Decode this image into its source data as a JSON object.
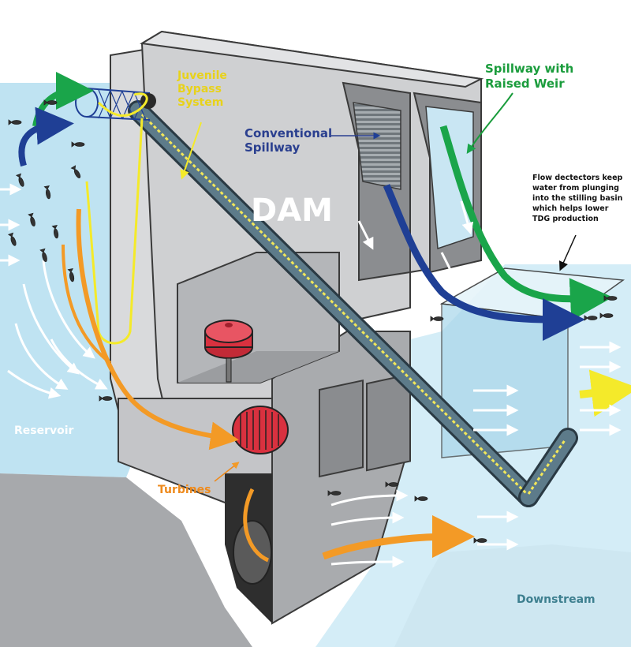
{
  "labels": {
    "juvenile": [
      "Juvenile",
      "Bypass",
      "System"
    ],
    "conventional": [
      "Conventional",
      "Spillway"
    ],
    "spillway_weir": [
      "Spillway with",
      "Raised Weir"
    ],
    "dam": "DAM",
    "flow_note": [
      "Flow dectectors keep",
      "water from plunging",
      "into the stilling basin",
      "which helps lower",
      "TDG production"
    ],
    "reservoir": "Reservoir",
    "turbines": "Turbines",
    "downstream": "Downstream"
  },
  "colors": {
    "reservoir_water": "#bfe3f2",
    "downstream_water": "#cdeaf6",
    "ground": "#a7a9ac",
    "dam_face": "#d0d1d3",
    "dam_shadow": "#8f9194",
    "bypass_pipe": "#5d7b8a",
    "bypass_stripe": "#f2e75a",
    "green_flow": "#1aa54a",
    "blue_flow": "#1f3f95",
    "orange_flow": "#f39a26",
    "yellow_flow": "#f4ea2a",
    "turbine_red": "#d9313f",
    "label_blue": "#2a3f8f",
    "label_green": "#1a9c3c",
    "label_yellow": "#e8d21a",
    "label_orange": "#ee8a1c",
    "label_white": "#ffffff",
    "label_teal": "#3d7f8f"
  },
  "icons": [
    "fish-icon",
    "arrow-icon",
    "turbine-icon",
    "generator-icon"
  ]
}
